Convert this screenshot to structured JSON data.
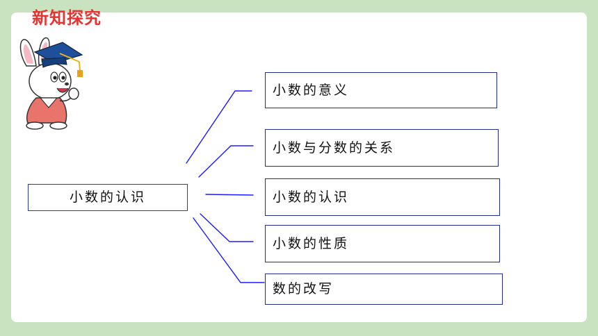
{
  "header": {
    "title": "新知探究"
  },
  "diagram": {
    "root": "小数的认识",
    "branches": [
      "小数的意义",
      "小数与分数的关系",
      "小数的认识",
      "小数的性质",
      "数的改写"
    ]
  },
  "colors": {
    "title": "#e8322f",
    "lines": "#1a1aff",
    "box_border": "#1f2c8a",
    "background": "#c9e2c0"
  },
  "icons": {
    "mascot": "rabbit-graduate-mascot"
  }
}
